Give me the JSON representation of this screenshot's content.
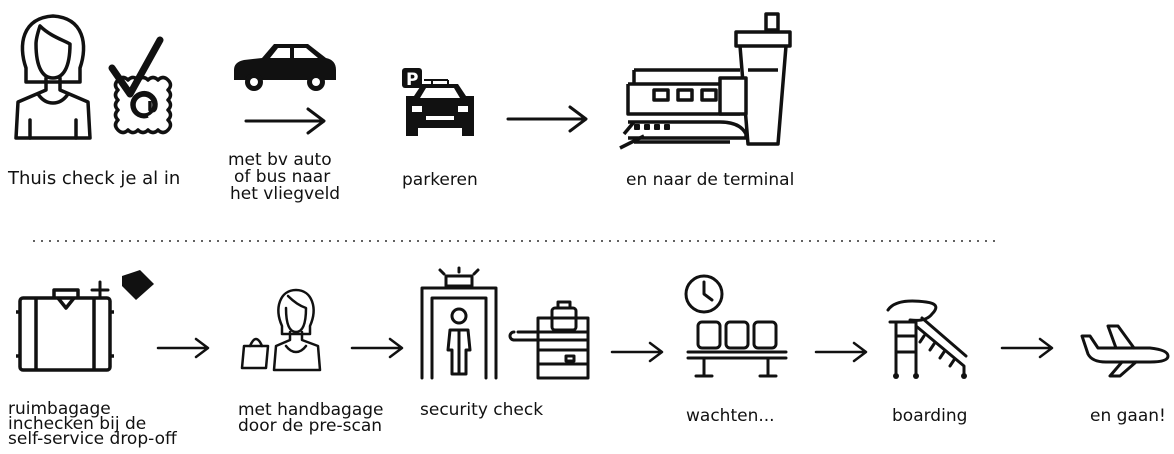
{
  "steps_row1": [
    {
      "icon": "woman-checkin-icon",
      "lines": [
        "Thuis check je al in"
      ]
    },
    {
      "icon": "car-icon",
      "lines": [
        "met bv auto",
        "of bus naar",
        "het vliegveld"
      ]
    },
    {
      "icon": "parking-icon",
      "lines": [
        "parkeren"
      ]
    },
    {
      "icon": "terminal-icon",
      "lines": [
        "en naar de terminal"
      ]
    }
  ],
  "steps_row2": [
    {
      "icon": "luggage-tag-icon",
      "lines": [
        "ruimbagage",
        "inchecken bij de",
        "self-service drop-off"
      ]
    },
    {
      "icon": "woman-handbag-icon",
      "lines": [
        "met handbagage",
        "door de pre-scan"
      ]
    },
    {
      "icon": "security-scanner-icon",
      "lines": [
        "security check"
      ]
    },
    {
      "icon": "waiting-area-icon",
      "lines": [
        "wachten..."
      ]
    },
    {
      "icon": "boarding-stairs-icon",
      "lines": [
        "boarding"
      ]
    },
    {
      "icon": "airplane-icon",
      "lines": [
        "en gaan!"
      ]
    }
  ]
}
